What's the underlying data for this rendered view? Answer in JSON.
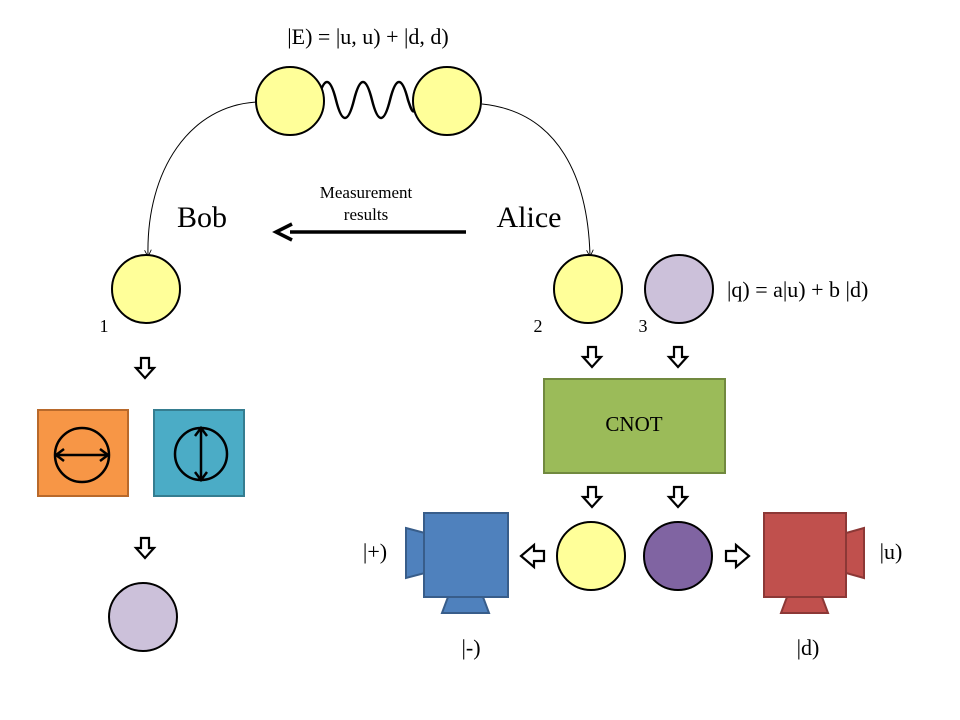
{
  "entangled_state": "|E) = |u, u) + |d, d)",
  "parties": {
    "bob": "Bob",
    "alice": "Alice"
  },
  "classical_channel": {
    "line1": "Measurement",
    "line2": "results"
  },
  "qubit_labels": {
    "q1": "1",
    "q2": "2",
    "q3": "3"
  },
  "input_state": "|q) = a|u) + b |d)",
  "gate_label": "CNOT",
  "detector_left": {
    "top_label": "|+)",
    "bottom_label": "|-)"
  },
  "detector_right": {
    "top_label": "|u)",
    "bottom_label": "|d)"
  },
  "colors": {
    "yellow_qubit": "#ffff99",
    "lavender_qubit": "#ccc1da",
    "purple_qubit": "#8064a2",
    "cnot_green": "#9bbb59",
    "orange_filter": "#f79646",
    "teal_filter": "#4bacc6",
    "blue_detector": "#4f81bd",
    "red_detector": "#c0504d"
  }
}
